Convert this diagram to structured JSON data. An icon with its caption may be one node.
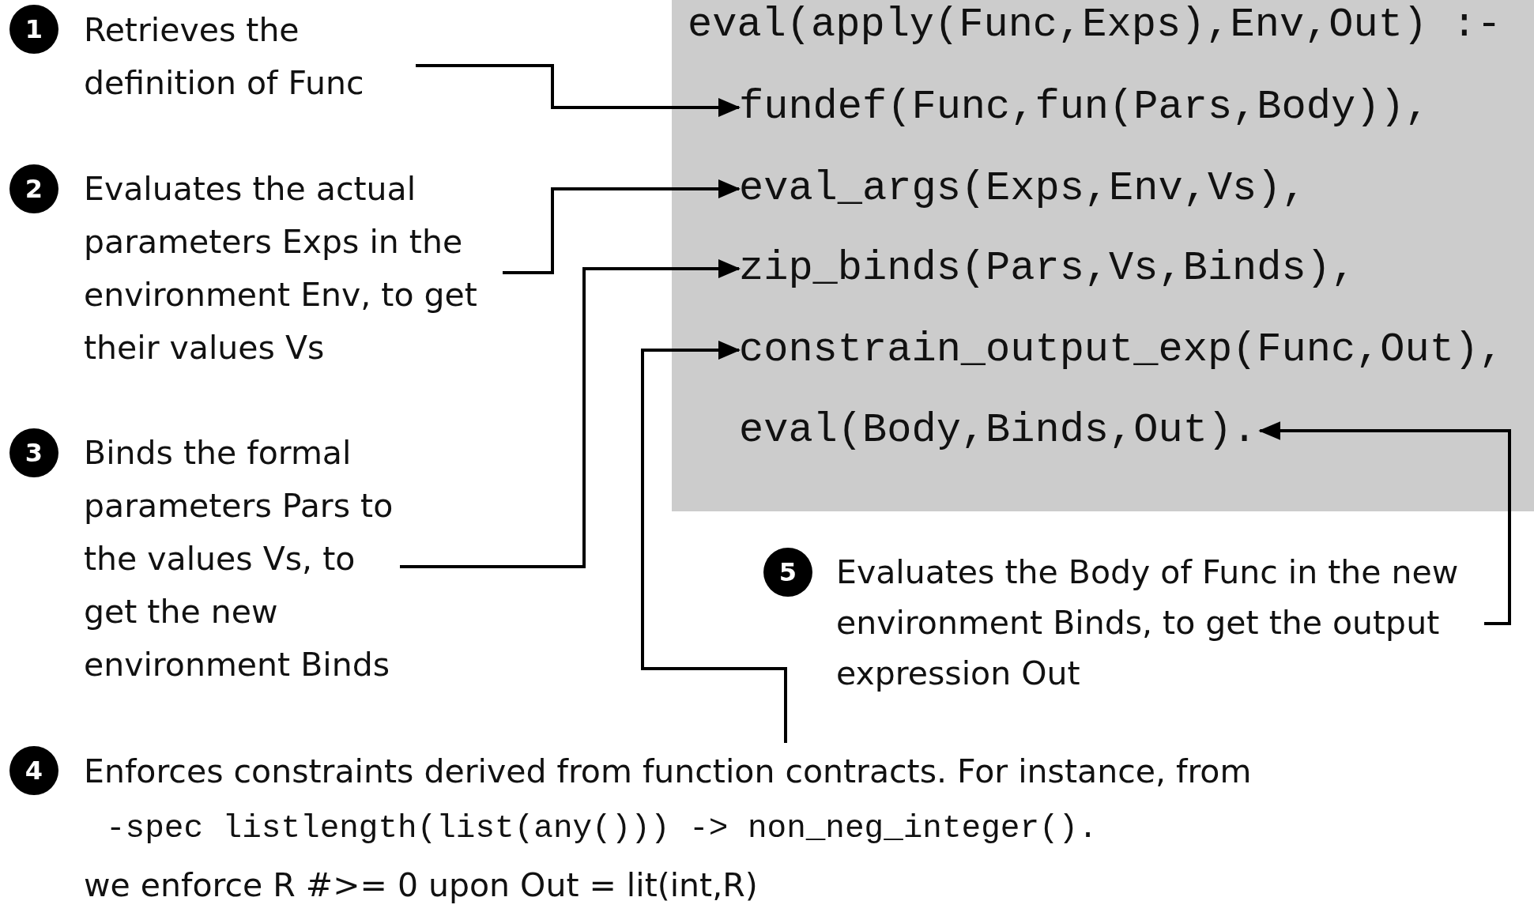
{
  "diagram": {
    "nodes": [
      {
        "text": [
          "Retrieves the definition of Func"
        ]
      },
      {
        "text": [
          "eval(apply(Func,Exps),Env,Out) :-"
        ]
      },
      {
        "text": [
          "fundef(Func,fun(Pars,Body)),"
        ],
        "in": 1
      },
      {
        "text": [
          "eval_args(Exps,Env,Vs),"
        ],
        "in": 1
      },
      {
        "text": [
          "zip_binds(Pars,Vs,Binds),"
        ],
        "in": 1
      },
      {
        "text": [
          "constrain_output_exp(Func,Out),"
        ],
        "in": 1
      },
      {
        "text": [
          "eval(Body,Binds,Out)."
        ],
        "in": 1
      },
      {
        "text": [
          "Evaluates the actual parameters Exps in the environment Env, to get their values Vs"
        ]
      },
      {
        "text": [
          "Binds the formal parameters Pars to the values Vs, to get the new environment Binds"
        ]
      },
      {
        "text": [
          "Evaluates the Body of Func in the new environment Binds, to get the output expression Out"
        ]
      },
      {
        "text": [
          "Enforces constraints derived from function contracts. For instance, from",
          "-spec listlength(list(any())) -> non_neg_integer().",
          "we enforce R #>= 0 upon Out = lit(int,R)"
        ]
      }
    ],
    "edges": [
      {
        "from": 0,
        "to": 2,
        "arrow": "to"
      },
      {
        "from": 7,
        "to": 3,
        "arrow": "to"
      },
      {
        "from": 8,
        "to": 4,
        "arrow": "to"
      },
      {
        "from": 10,
        "to": 5,
        "arrow": "to"
      },
      {
        "from": 9,
        "to": 6,
        "arrow": "to"
      }
    ],
    "labels": [
      "1",
      "2",
      "3",
      "5",
      "4"
    ]
  }
}
